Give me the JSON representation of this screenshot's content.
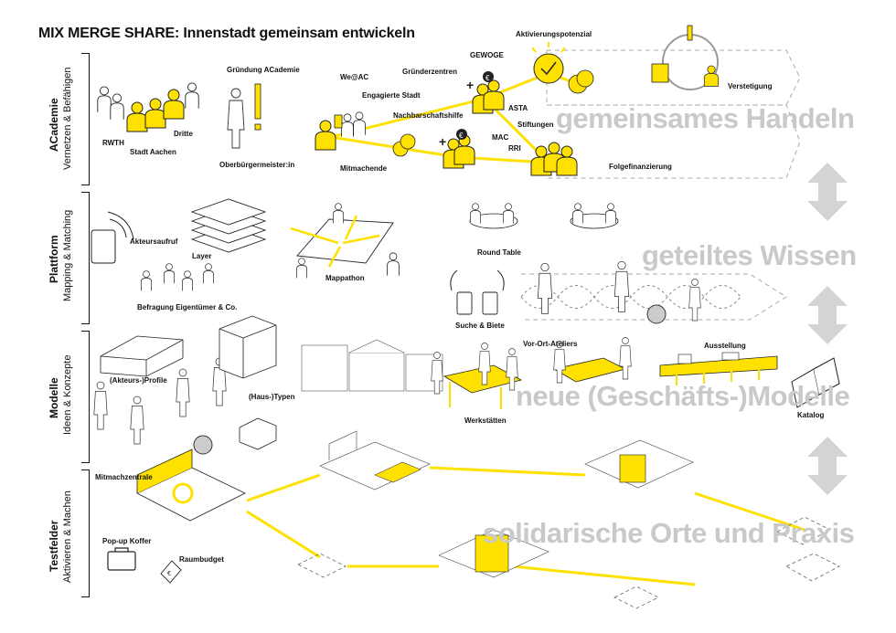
{
  "title": "MIX MERGE SHARE: Innenstadt gemeinsam entwickeln",
  "accent": "#ffe100",
  "rows": [
    {
      "main": "ACademie",
      "sub": "Vernetzen & Befähigen"
    },
    {
      "main": "Plattform",
      "sub": "Mapping & Matching"
    },
    {
      "main": "Modelle",
      "sub": "Ideen & Konzepte"
    },
    {
      "main": "Testfelder",
      "sub": "Aktivieren & Machen"
    }
  ],
  "stages": {
    "handeln": "gemeinsames Handeln",
    "wissen": "geteiltes Wissen",
    "modelle": "neue (Geschäfts-)Modelle",
    "orte": "solidarische Orte und Praxis"
  },
  "academie": {
    "rwth": "RWTH",
    "stadt_aachen": "Stadt Aachen",
    "dritte": "Dritte",
    "gruendung": "Gründung ACademie",
    "obm": "Oberbürgermeister:in",
    "weac": "We@AC",
    "gruenderzentren": "Gründerzentren",
    "gewoge": "GEWOGE",
    "aktivierung": "Aktivierungspotenzial",
    "engagierte": "Engagierte Stadt",
    "nachbarschaft": "Nachbarschaftshilfe",
    "asta": "ASTA",
    "stiftungen": "Stiftungen",
    "mac": "MAC",
    "rri": "RRI",
    "mitmachende": "Mitmachende",
    "folgefinanzierung": "Folgefinanzierung",
    "verstetigung": "Verstetigung"
  },
  "plattform": {
    "akteursaufruf": "Akteursaufruf",
    "layer": "Layer",
    "befragung": "Befragung Eigentümer & Co.",
    "mappathon": "Mappathon",
    "round_table": "Round Table",
    "suche": "Suche & Biete"
  },
  "modelle": {
    "profile": "(Akteurs-)Profile",
    "typen": "(Haus-)Typen",
    "werkstaetten": "Werkstätten",
    "ateliers": "Vor-Ort-Ateliers",
    "ausstellung": "Ausstellung",
    "katalog": "Katalog"
  },
  "testfelder": {
    "mitmachzentrale": "Mitmachzentrale",
    "koffer": "Pop-up Koffer",
    "raumbudget": "Raumbudget"
  }
}
